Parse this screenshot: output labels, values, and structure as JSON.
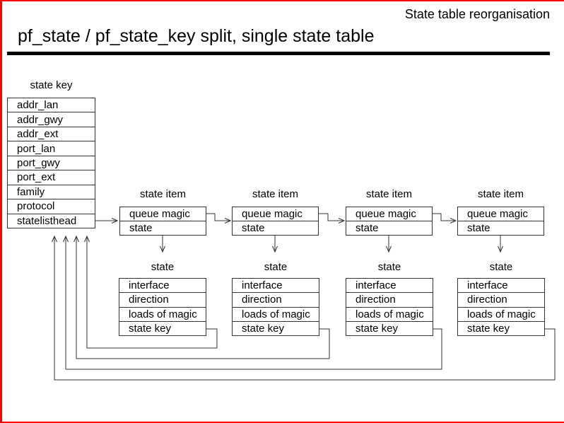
{
  "slide": {
    "header_label": "State table reorganisation",
    "title": "pf_state / pf_state_key split, single state table"
  },
  "colors": {
    "slide_border": "#ff0000",
    "title_rule": "#000000",
    "diagram_line": "#333333",
    "background": "#ffffff"
  },
  "state_key_table": {
    "label": "state key",
    "rows": [
      "addr_lan",
      "addr_gwy",
      "addr_ext",
      "port_lan",
      "port_gwy",
      "port_ext",
      "family",
      "protocol",
      "statelisthead"
    ]
  },
  "state_items": [
    {
      "label": "state item",
      "rows": [
        "queue magic",
        "state"
      ]
    },
    {
      "label": "state item",
      "rows": [
        "queue magic",
        "state"
      ]
    },
    {
      "label": "state item",
      "rows": [
        "queue magic",
        "state"
      ]
    },
    {
      "label": "state item",
      "rows": [
        "queue magic",
        "state"
      ]
    }
  ],
  "state_tables": [
    {
      "label": "state",
      "rows": [
        "interface",
        "direction",
        "loads of magic",
        "state key"
      ]
    },
    {
      "label": "state",
      "rows": [
        "interface",
        "direction",
        "loads of magic",
        "state key"
      ]
    },
    {
      "label": "state",
      "rows": [
        "interface",
        "direction",
        "loads of magic",
        "state key"
      ]
    },
    {
      "label": "state",
      "rows": [
        "interface",
        "direction",
        "loads of magic",
        "state key"
      ]
    }
  ]
}
